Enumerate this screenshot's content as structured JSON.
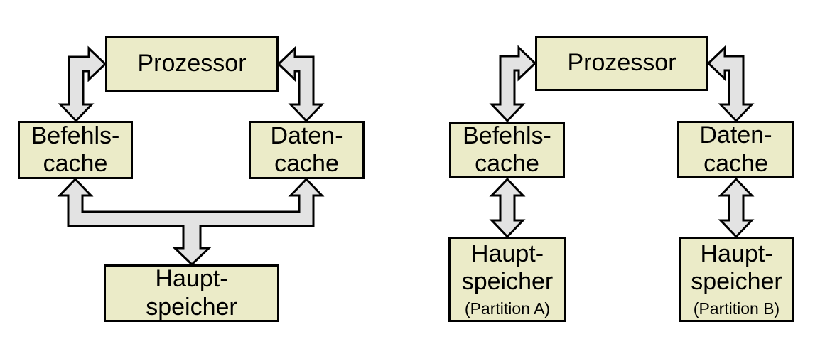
{
  "colors": {
    "background": "#ffffff",
    "box_fill": "#ebebc8",
    "box_border": "#000000",
    "arrow_fill": "#e3e3e3",
    "arrow_outline": "#000000"
  },
  "left_diagram": {
    "prozessor": "Prozessor",
    "befehls_line1": "Befehls-",
    "befehls_line2": "cache",
    "daten_line1": "Daten-",
    "daten_line2": "cache",
    "haupt_line1": "Haupt-",
    "haupt_line2": "speicher",
    "arrows": [
      {
        "type": "double-elbow",
        "between": [
          "Prozessor",
          "Befehls-cache"
        ]
      },
      {
        "type": "double-elbow",
        "between": [
          "Prozessor",
          "Daten-cache"
        ]
      },
      {
        "type": "three-way",
        "between": [
          "Befehls-cache",
          "Daten-cache",
          "Haupt-speicher"
        ]
      }
    ]
  },
  "right_diagram": {
    "prozessor": "Prozessor",
    "befehls_line1": "Befehls-",
    "befehls_line2": "cache",
    "daten_line1": "Daten-",
    "daten_line2": "cache",
    "haupt_a_line1": "Haupt-",
    "haupt_a_line2": "speicher",
    "haupt_a_note": "(Partition A)",
    "haupt_b_line1": "Haupt-",
    "haupt_b_line2": "speicher",
    "haupt_b_note": "(Partition B)",
    "arrows": [
      {
        "type": "double-elbow",
        "between": [
          "Prozessor",
          "Befehls-cache"
        ]
      },
      {
        "type": "double-elbow",
        "between": [
          "Prozessor",
          "Daten-cache"
        ]
      },
      {
        "type": "double-vertical",
        "between": [
          "Befehls-cache",
          "Haupt-speicher (Partition A)"
        ]
      },
      {
        "type": "double-vertical",
        "between": [
          "Daten-cache",
          "Haupt-speicher (Partition B)"
        ]
      }
    ]
  }
}
